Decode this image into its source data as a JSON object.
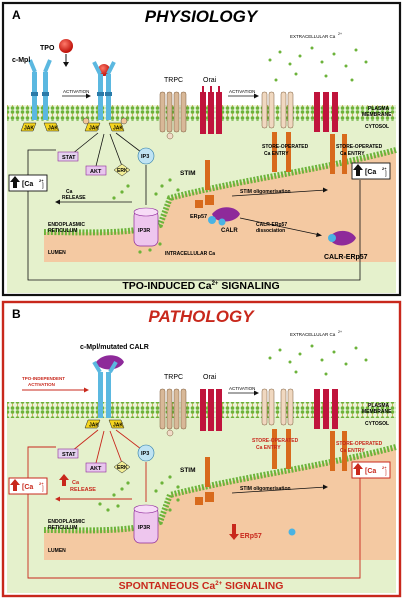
{
  "panel_a": {
    "letter": "A",
    "title": "PHYSIOLOGY",
    "ligand": "TPO",
    "receptor": "c-Mpl",
    "activation1": "ACTIVATION",
    "activation2": "ACTIVATION",
    "trpc": "TRPC",
    "orai": "Orai",
    "extracellular": "EXTRACELLULAR Ca",
    "plasma1": "PLASMA",
    "plasma2": "MEMBRANE",
    "cytosol": "CYTOSOL",
    "jak_l": "JAK",
    "jak_r": "JAK",
    "stat": "STAT",
    "akt": "AKT",
    "erk": "ERK",
    "ip3": "IP3",
    "ip3r": "IP3R",
    "stim": "STIM",
    "soce_mid1": "STORE-OPERATED",
    "soce_mid2": "Ca ENTRY",
    "soce_right1": "STORE-OPERATED",
    "soce_right2": "Ca ENTRY",
    "release1": "Ca",
    "release2": "RELEASE",
    "ca_left": "[Ca",
    "ca_right": "[Ca",
    "stim_olig": "STIM oligomerisation",
    "calr": "CALR",
    "erp57": "ERp57",
    "dissoc1": "CALR-ERp57",
    "dissoc2": "dissociation",
    "er1": "ENDOPLASMIC",
    "er2": "RETICULUM",
    "lumen": "LUMEN",
    "intracell": "INTRACELLULAR Ca",
    "complex": "CALR-ERp57",
    "footer": "TPO-INDUCED Ca",
    "footer2": " SIGNALING"
  },
  "panel_b": {
    "letter": "B",
    "title": "PATHOLOGY",
    "receptor": "c-Mpl/mutated CALR",
    "indep1": "TPO-INDEPENDENT",
    "indep2": "ACTIVATION",
    "activation": "ACTIVATION",
    "trpc": "TRPC",
    "orai": "Orai",
    "extracellular": "EXTRACELLULAR Ca",
    "plasma1": "PLASMA",
    "plasma2": "MEMBRANE",
    "cytosol": "CYTOSOL",
    "jak_l": "JAK",
    "jak_r": "JAK",
    "stat": "STAT",
    "akt": "AKT",
    "erk": "ERK",
    "ip3": "IP3",
    "ip3r": "IP3R",
    "stim": "STIM",
    "soce_mid1": "STORE-OPERATED",
    "soce_mid2": "Ca ENTRY",
    "soce_right1": "STORE-OPERATED",
    "soce_right2": "Ca ENTRY",
    "release1": "Ca",
    "release2": "RELEASE",
    "ca_left": "[Ca",
    "ca_right": "[Ca",
    "stim_olig": "STIM oligomerisation",
    "erp57": "ERp57",
    "er1": "ENDOPLASMIC",
    "er2": "RETICULUM",
    "lumen": "LUMEN",
    "footer": "SPONTANEOUS Ca",
    "footer2": " SIGNALING"
  },
  "colors": {
    "membrane": "#7dc242",
    "cytosol": "#e8f3d0",
    "lumen": "#f3c9a0",
    "receptor": "#5bb8e0",
    "orai": "#c0143c",
    "trpc": "#d8b898",
    "stim": "#d86a1c",
    "calr": "#8e2a9a",
    "pathology": "#c8281c"
  }
}
